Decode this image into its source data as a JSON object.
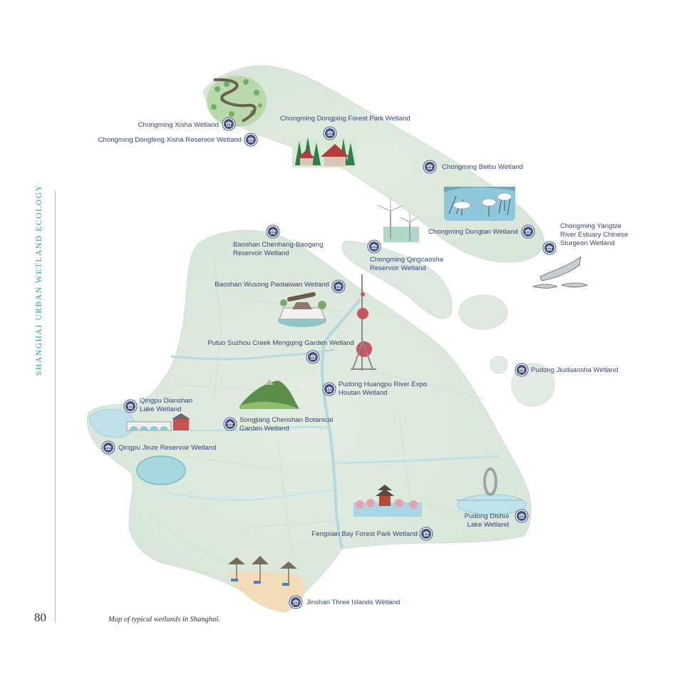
{
  "side_title": "SHANGHAI URBAN WETLAND ECOLOGY",
  "page_number": "80",
  "caption": "Map of typical wetlands in Shanghai.",
  "colors": {
    "title_teal": "#2aa3a8",
    "label_navy": "#34457a",
    "pin_navy": "#3f4f84",
    "land": "#dde9dd",
    "water": "#a9d6df"
  },
  "wetlands": [
    {
      "id": "chongming-xisha",
      "name": "Chongming Xisha Wetland"
    },
    {
      "id": "chongming-dongfeng-xisha",
      "name": "Chongming Dongfeng Xisha Reservoir Wetland"
    },
    {
      "id": "chongming-dongping",
      "name": "Chongming Dongping Forest Park Wetland"
    },
    {
      "id": "chongming-beihu",
      "name": "Chongming Beihu Wetland"
    },
    {
      "id": "chongming-dongtan",
      "name": "Chongming Dongtan Wetland"
    },
    {
      "id": "chongming-sturgeon",
      "name": "Chongming Yangtze\nRiver Estuary Chinese\nSturgeon Wetland"
    },
    {
      "id": "chongming-qingcaosha",
      "name": "Chongming Qingcaosha\nReservoir Wetland"
    },
    {
      "id": "baoshan-chenhang",
      "name": "Baoshan Chenhang-Baogang\nReservoir Wetland"
    },
    {
      "id": "baoshan-wusong",
      "name": "Baoshan Wusong Paotaiwan Wetland"
    },
    {
      "id": "putuo-suzhou-creek",
      "name": "Putuo Suzhou Creek Mengqing Garden Wetland"
    },
    {
      "id": "pudong-jiuduansha",
      "name": "Pudong Jiuduansha Wetland"
    },
    {
      "id": "pudong-huangpu",
      "name": "Pudong Huangpu River Expo\nHoutan Wetland"
    },
    {
      "id": "qingpu-dianshan",
      "name": "Qingpu Dianshan\nLake Wetland"
    },
    {
      "id": "songjiang-chenshan",
      "name": "Songjiang Chenshan Botanical\nGarden Wetland"
    },
    {
      "id": "qingpu-jinze",
      "name": "Qingpu Jinze Reservoir Wetland"
    },
    {
      "id": "pudong-dishui",
      "name": "Pudong Dishui\nLake Wetland"
    },
    {
      "id": "fengxian-bay",
      "name": "Fengxian Bay Forest Park Wetland"
    },
    {
      "id": "jinshan-three-islands",
      "name": "Jinshan Three Islands Wetland"
    }
  ],
  "icons": [
    "wetland-pin-icon",
    "tree-icon",
    "windmill-icon",
    "bird-icon",
    "fish-icon",
    "tower-icon",
    "cannon-icon",
    "bridge-icon",
    "pagoda-icon",
    "umbrella-icon",
    "sculpture-icon"
  ]
}
